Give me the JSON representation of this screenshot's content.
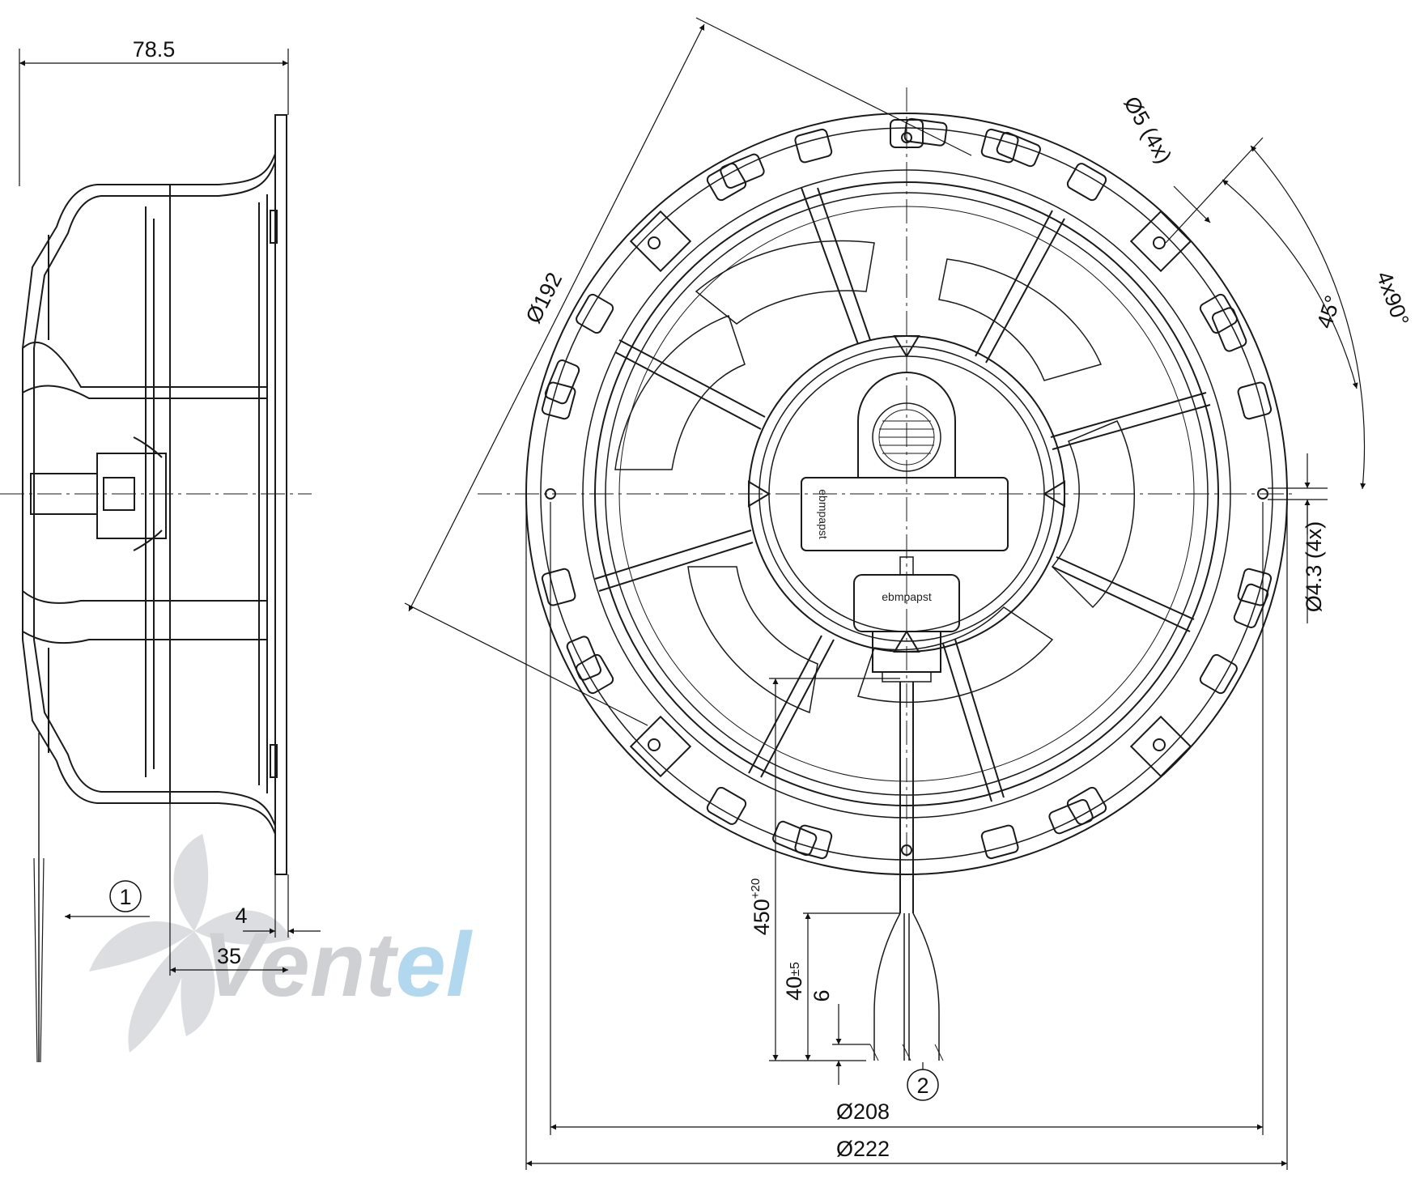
{
  "dimensions": {
    "depth": "78.5",
    "flange_thickness": "4",
    "flange_offset": "35",
    "inner_diameter": "Ø192",
    "mount_hole": "Ø5 (4x)",
    "angle_45": "45°",
    "angle_4x90": "4x90°",
    "side_hole": "Ø4.3 (4x)",
    "cable_length": "450",
    "cable_tolerance": "+20",
    "strip_length": "40",
    "strip_tolerance": "±5",
    "wire_end": "6",
    "bolt_circle": "Ø208",
    "outer_diameter": "Ø222"
  },
  "callouts": {
    "item_1": "1",
    "item_2": "2"
  },
  "labels": {
    "hub_brand": "ebmpapst",
    "connector_brand": "ebmpapst"
  },
  "watermark": {
    "text_main": "Vent",
    "text_accent": "el",
    "color_main": "#c9ccd0",
    "color_accent": "#a9d4ee"
  },
  "colors": {
    "line": "#1a1a1a",
    "background": "#ffffff"
  }
}
